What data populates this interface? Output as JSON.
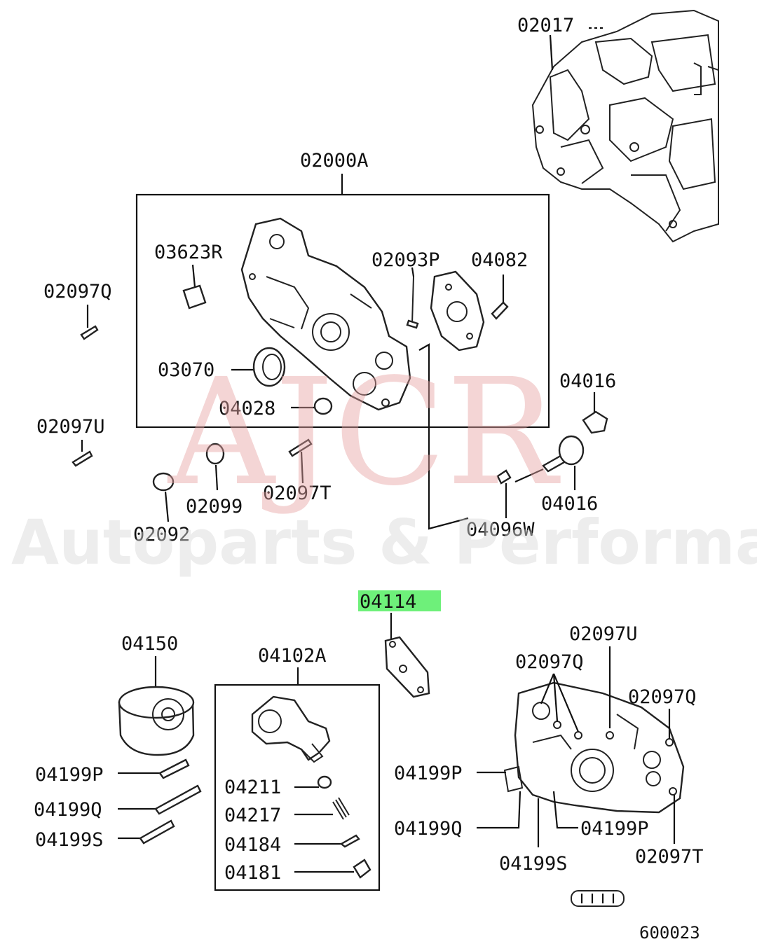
{
  "watermark": {
    "brand": "AJCR",
    "tagline": "Autoparts & Performance"
  },
  "highlight_color": "#6ef07a",
  "diagram_code": "600023",
  "upper_group": {
    "assembly_label": "02000A",
    "parts": {
      "p02017": "02017",
      "p03623R": "03623R",
      "p02093P": "02093P",
      "p04082": "04082",
      "p02097Q": "02097Q",
      "p03070": "03070",
      "p04028": "04028",
      "p02097U": "02097U",
      "p04016a": "04016",
      "p04016b": "04016",
      "p02099": "02099",
      "p02097T": "02097T",
      "p02092": "02092",
      "p04096W": "04096W"
    }
  },
  "lower_group": {
    "highlighted_part": "04114",
    "parts": {
      "p04150": "04150",
      "p04102A": "04102A",
      "p02097U": "02097U",
      "p02097Q_a": "02097Q",
      "p02097Q_b": "02097Q",
      "p04199P_left": "04199P",
      "p04199Q_left": "04199Q",
      "p04199S_left": "04199S",
      "p04211": "04211",
      "p04217": "04217",
      "p04184": "04184",
      "p04181": "04181",
      "p04199P_r1": "04199P",
      "p04199Q_r": "04199Q",
      "p04199P_r2": "04199P",
      "p04199S_r": "04199S",
      "p02097T": "02097T"
    }
  }
}
